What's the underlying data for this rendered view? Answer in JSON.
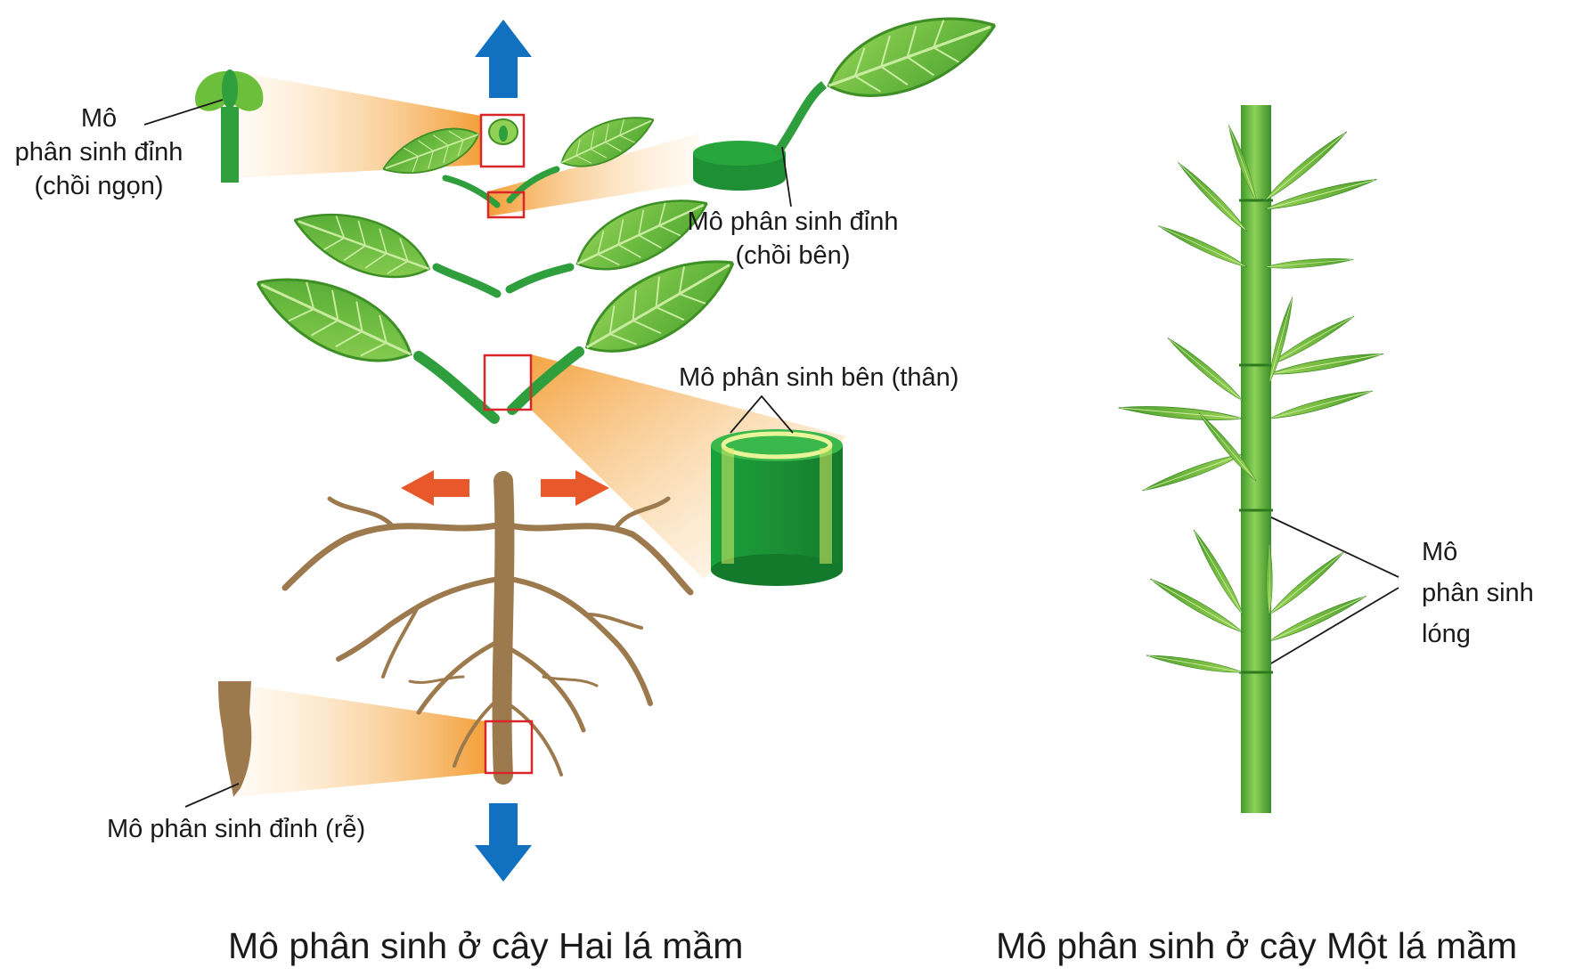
{
  "dicot": {
    "caption": "Mô phân sinh ở cây Hai lá mầm",
    "labels": {
      "apical_shoot_l1": "Mô",
      "apical_shoot_l2": "phân sinh đỉnh",
      "apical_shoot_l3": "(chồi ngọn)",
      "apical_lateral_l1": "Mô phân sinh đỉnh",
      "apical_lateral_l2": "(chồi bên)",
      "lateral_stem": "Mô phân sinh bên (thân)",
      "apical_root": "Mô phân sinh đỉnh (rễ)"
    }
  },
  "monocot": {
    "caption": "Mô phân sinh ở cây Một lá mầm",
    "labels": {
      "intercalary_l1": "Mô",
      "intercalary_l2": "phân sinh",
      "intercalary_l3": "lóng"
    }
  },
  "colors": {
    "growth_arrow_vertical": "#1170c0",
    "growth_arrow_lateral": "#e8582a",
    "stem_green": "#2f9e3c",
    "leaf_green": "#6cbf3a",
    "root_brown": "#9c7a4e",
    "highlight_box": "#d8262b",
    "callout_orange": "#f6a43a",
    "bamboo_green": "#6ab83a"
  }
}
